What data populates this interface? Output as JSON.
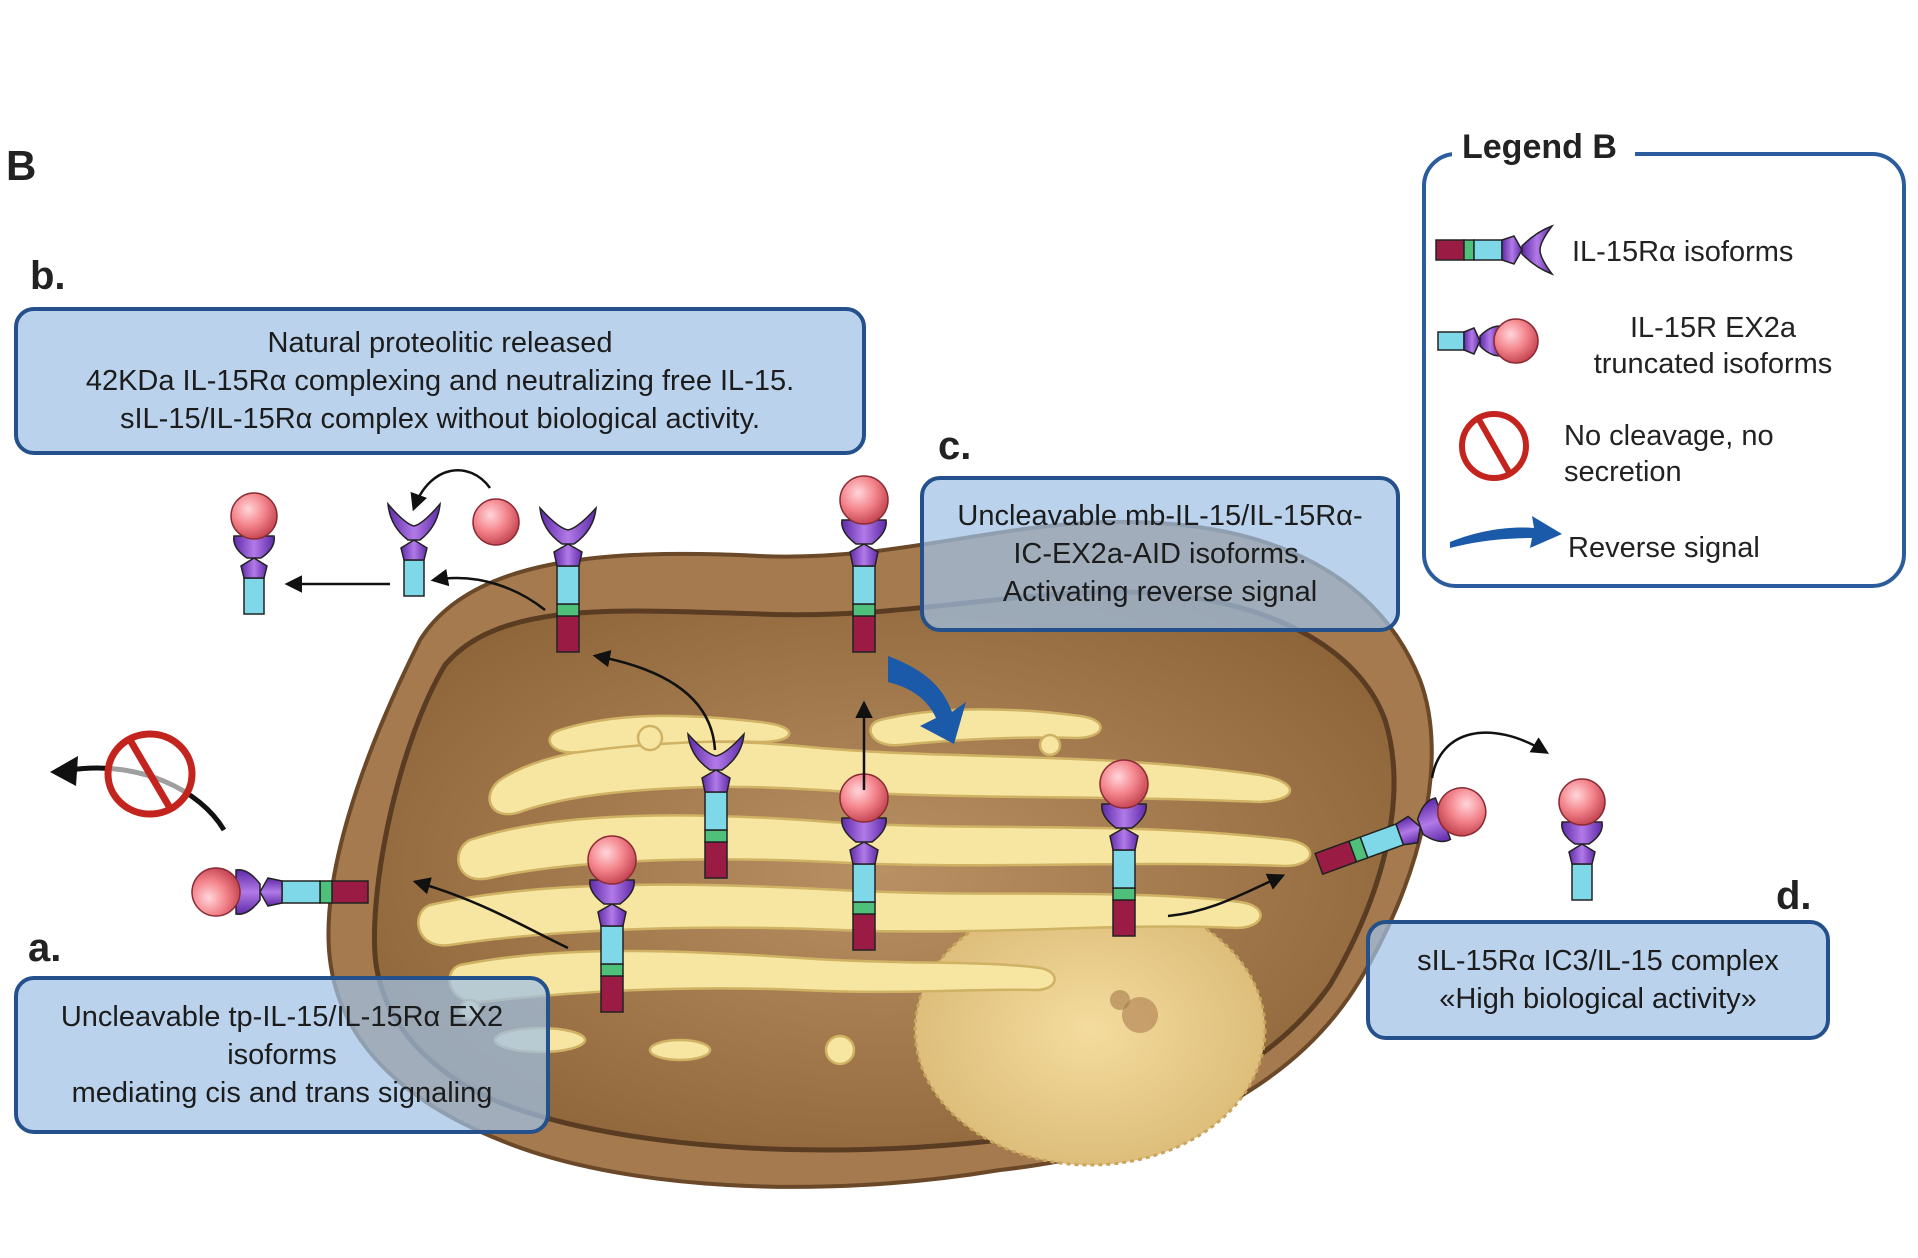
{
  "figure": {
    "panel_label": "B",
    "labels": {
      "a": "a.",
      "b": "b.",
      "c": "c.",
      "d": "d."
    }
  },
  "boxes": {
    "b": [
      "Natural proteolitic released",
      "42KDa IL-15Rα complexing and neutralizing free IL-15.",
      "sIL-15/IL-15Rα complex without biological activity."
    ],
    "c": [
      "Uncleavable mb-IL-15/IL-15Rα-",
      "IC-EX2a-AID  isoforms.",
      "Activating reverse signal"
    ],
    "a": [
      "Uncleavable tp-IL-15/IL-15Rα EX2",
      "isoforms",
      "mediating cis and trans signaling"
    ],
    "d": [
      "sIL-15Rα IC3/IL-15 complex",
      "«High biological activity»"
    ]
  },
  "legend": {
    "title": "Legend B",
    "items": [
      {
        "icon": "receptor-isoform-icon",
        "lines": [
          "IL-15Rα isoforms"
        ]
      },
      {
        "icon": "truncated-isoform-icon",
        "lines": [
          "IL-15R EX2a",
          "truncated isoforms"
        ]
      },
      {
        "icon": "no-cleavage-icon",
        "lines": [
          "No cleavage, no",
          "secretion"
        ]
      },
      {
        "icon": "reverse-signal-arrow-icon",
        "lines": [
          "Reverse signal"
        ]
      }
    ]
  },
  "colors": {
    "box_fill": "#a0c0e4",
    "box_border": "#24508c",
    "cell": "#9b7548",
    "cell_inner": "#7a5a38",
    "golgi": "#f6e6a2",
    "ligand": "#f08c92",
    "receptor_head": "#8a4ad0",
    "segment_cyan": "#7fd8e8",
    "segment_green": "#4ec07a",
    "segment_maroon": "#9a1c44",
    "prohibit": "#c4241e",
    "reverse_arrow": "#1a5aa8"
  }
}
